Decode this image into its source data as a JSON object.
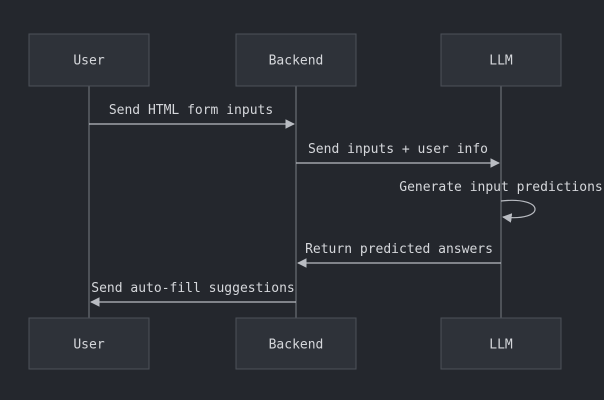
{
  "participants": [
    {
      "id": "user",
      "label": "User"
    },
    {
      "id": "backend",
      "label": "Backend"
    },
    {
      "id": "llm",
      "label": "LLM"
    }
  ],
  "messages": [
    {
      "from": "user",
      "to": "backend",
      "label": "Send HTML form inputs"
    },
    {
      "from": "backend",
      "to": "llm",
      "label": "Send inputs + user info"
    },
    {
      "from": "llm",
      "to": "llm",
      "label": "Generate input predictions"
    },
    {
      "from": "llm",
      "to": "backend",
      "label": "Return predicted answers"
    },
    {
      "from": "backend",
      "to": "user",
      "label": "Send auto-fill suggestions"
    }
  ],
  "colors": {
    "background": "#24272d",
    "actor_fill": "#2e3239",
    "actor_border": "#4d5159",
    "lifeline": "#6a6e76",
    "arrow": "#b9bcc2",
    "text": "#d5d7db"
  }
}
